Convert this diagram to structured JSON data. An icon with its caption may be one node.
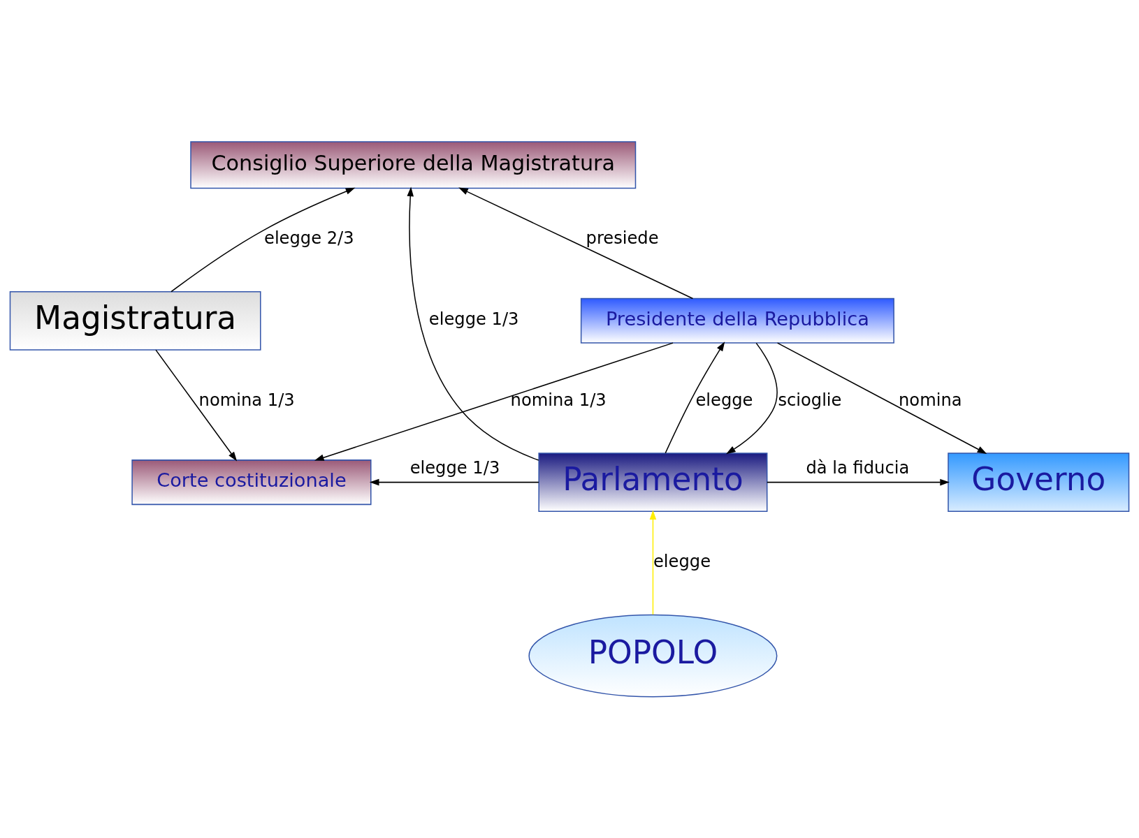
{
  "diagram": {
    "nodes": [
      {
        "text": [
          "Consiglio Superiore della Magistratura"
        ]
      },
      {
        "text": [
          "Magistratura"
        ]
      },
      {
        "text": [
          "Presidente della Repubblica"
        ]
      },
      {
        "text": [
          "Corte costituzionale"
        ]
      },
      {
        "text": [
          "Parlamento"
        ]
      },
      {
        "text": [
          "Governo"
        ]
      },
      {
        "text": [
          "POPOLO"
        ]
      }
    ],
    "edges": [
      {
        "from": 1,
        "to": 0,
        "arrow": "to",
        "label": "elegge 2/3"
      },
      {
        "from": 4,
        "to": 0,
        "arrow": "to",
        "label": "elegge 1/3"
      },
      {
        "from": 2,
        "to": 0,
        "arrow": "to",
        "label": "presiede"
      },
      {
        "from": 1,
        "to": 3,
        "arrow": "to",
        "label": "nomina 1/3"
      },
      {
        "from": 2,
        "to": 3,
        "arrow": "to",
        "label": "nomina 1/3"
      },
      {
        "from": 2,
        "to": 4,
        "arrow": "to",
        "label": "scioglie"
      },
      {
        "from": 4,
        "to": 2,
        "arrow": "to",
        "label": "elegge"
      },
      {
        "from": 2,
        "to": 5,
        "arrow": "to",
        "label": "nomina"
      },
      {
        "from": 4,
        "to": 3,
        "arrow": "to",
        "label": "elegge 1/3"
      },
      {
        "from": 4,
        "to": 5,
        "arrow": "to",
        "label": "dà la fiducia"
      },
      {
        "from": 6,
        "to": 4,
        "arrow": "to",
        "label": "elegge",
        "color": "#ffee00"
      }
    ]
  }
}
